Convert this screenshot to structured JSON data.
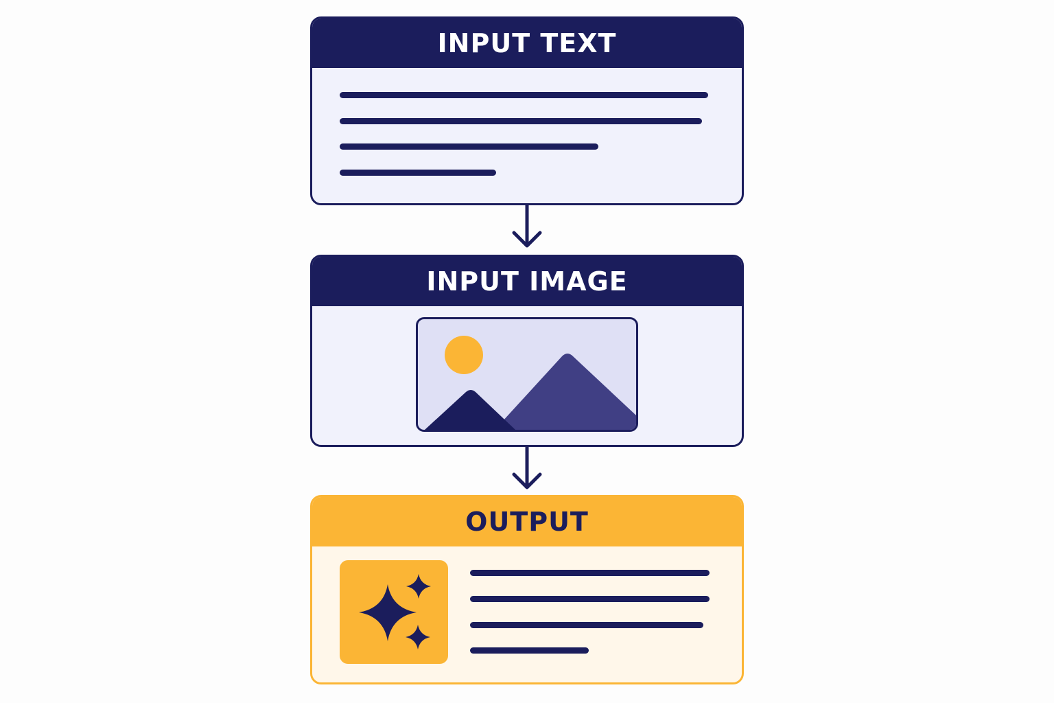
{
  "cards": {
    "input_text": {
      "title": "INPUT TEXT"
    },
    "input_image": {
      "title": "INPUT IMAGE"
    },
    "output": {
      "title": "OUTPUT"
    }
  },
  "icons": {
    "image": "image-placeholder-icon",
    "sparkle": "sparkle-icon",
    "arrow": "arrow-down-icon"
  },
  "colors": {
    "navy": "#1b1d5c",
    "accent": "#fbb535",
    "panel": "#f1f2fc",
    "output_panel": "#fff7ea"
  }
}
